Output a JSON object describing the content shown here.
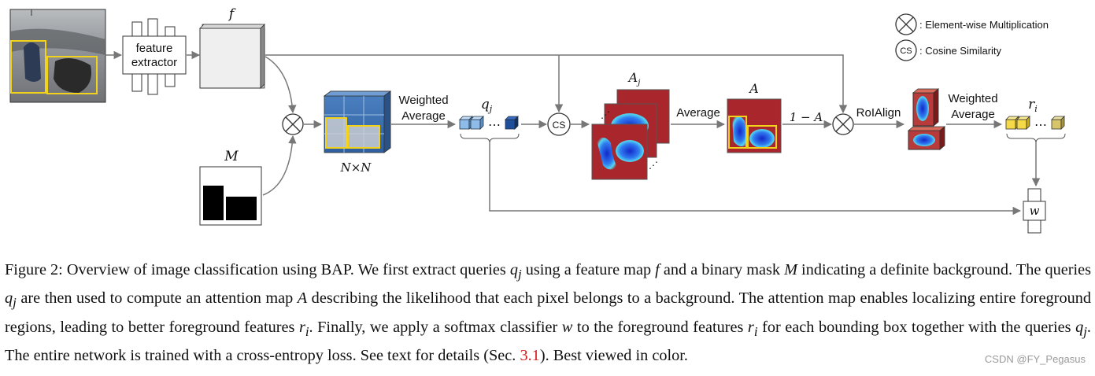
{
  "diagram": {
    "feature_extractor_label": [
      "feature",
      "extractor"
    ],
    "feature_map_label": "f",
    "mask_label": "M",
    "grid_label": "N×N",
    "weighted_average_label": [
      "Weighted",
      "Average"
    ],
    "queries_label": "q",
    "queries_sub": "j",
    "cs_label": "CS",
    "attention_maps_label": "A",
    "attention_maps_sub": "j",
    "average_label": "Average",
    "attention_label": "A",
    "one_minus_a_label": "1 − A",
    "roialign_label": "RoIAlign",
    "weighted_average2_label": [
      "Weighted",
      "Average"
    ],
    "features_label": "r",
    "features_sub": "i",
    "classifier_label": "w",
    "legend": {
      "multiplication": ": Element-wise Multiplication",
      "cosine": ": Cosine Similarity",
      "cosine_symbol": "CS"
    }
  },
  "caption": {
    "prefix": "Figure 2:",
    "t1": " Overview of image classification using BAP. We first extract queries ",
    "m1": "q",
    "m1s": "j",
    "t2": " using a feature map ",
    "m2": "f",
    "t3": " and a binary mask ",
    "m3": "M",
    "t4": " indicating a definite background. The queries ",
    "m4": "q",
    "m4s": "j",
    "t5": " are then used to compute an attention map ",
    "m5": "A",
    "t6": " describing the likelihood that each pixel belongs to a background. The attention map enables localizing entire foreground regions, leading to better foreground features ",
    "m6": "r",
    "m6s": "i",
    "t7": ". Finally, we apply a softmax classifier ",
    "m7": "w",
    "t8": " to the foreground features ",
    "m8": "r",
    "m8s": "i",
    "t9": " for each bounding box together with the queries ",
    "m9": "q",
    "m9s": "j",
    "t10": ". The entire network is trained with a cross-entropy loss. See text for details (Sec. ",
    "ref": "3.1",
    "t11": "). Best viewed in color."
  },
  "watermark": "CSDN @FY_Pegasus",
  "colors": {
    "box_yellow": "#f2d21a",
    "attention_red": "#a8262c",
    "attention_blue": "#1c3fd8",
    "query_blue": "#5b9bd5",
    "feature_yellow": "#f5d949",
    "reference_red": "#d21e1e"
  }
}
